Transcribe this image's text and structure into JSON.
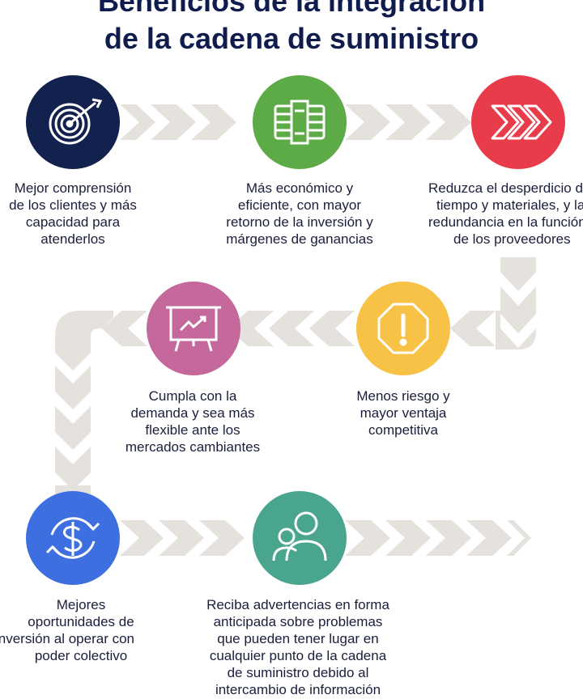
{
  "title": {
    "line1": "Beneficios de la integración",
    "line2": "de la cadena de suministro"
  },
  "colors": {
    "navy": "#13214f",
    "green": "#5cab47",
    "red": "#e93c4b",
    "pink": "#c5699d",
    "yellow": "#f7c245",
    "blue": "#3e6fe0",
    "teal": "#4aa58e",
    "arrow_gray": "#e5e2de"
  },
  "steps": [
    {
      "id": "1",
      "icon": "target-icon",
      "lines": [
        "Mejor comprensión",
        "de los clientes y más",
        "capacidad para",
        "atenderlos"
      ]
    },
    {
      "id": "2",
      "icon": "money-stack-icon",
      "lines": [
        "Más económico y",
        "eficiente, con mayor",
        "retorno de la inversión y",
        "márgenes de ganancias"
      ]
    },
    {
      "id": "3",
      "icon": "chevrons-icon",
      "lines": [
        "Reduzca el desperdicio de",
        "tiempo y materiales, y la",
        "redundancia en la función",
        "de los proveedores"
      ]
    },
    {
      "id": "4",
      "icon": "warning-icon",
      "lines": [
        "Menos riesgo y",
        "mayor ventaja",
        "competitiva"
      ]
    },
    {
      "id": "5",
      "icon": "presentation-board-icon",
      "lines": [
        "Cumpla con la",
        "demanda y sea más",
        "flexible ante los",
        "mercados cambiantes"
      ]
    },
    {
      "id": "6",
      "icon": "dollar-cycle-icon",
      "lines": [
        "Mejores",
        "oportunidades de",
        "inversión al operar con",
        "poder colectivo"
      ]
    },
    {
      "id": "7",
      "icon": "people-icon",
      "lines": [
        "Reciba advertencias en forma",
        "anticipada sobre problemas",
        "que pueden tener lugar en",
        "cualquier punto de la cadena",
        "de suministro debido al",
        "intercambio de información"
      ]
    }
  ]
}
